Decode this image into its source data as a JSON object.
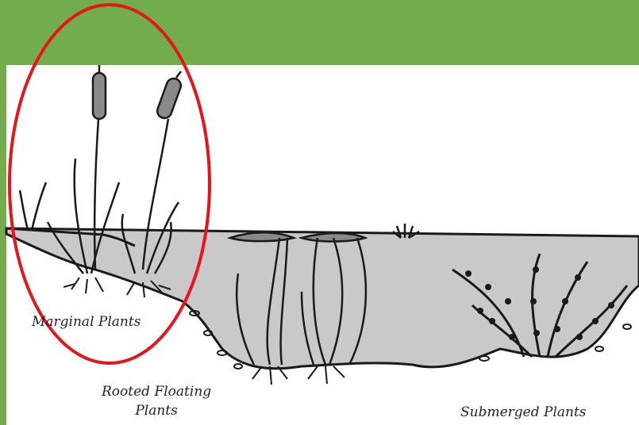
{
  "diagram": {
    "labels": {
      "marginal": "Marginal Plants",
      "rooted_line1": "Rooted Floating",
      "rooted_line2": "Plants",
      "submerged": "Submerged Plants"
    },
    "colors": {
      "header_green": "#72ac4d",
      "water_gray": "#c8c8c8",
      "highlight_red": "#e8141c",
      "ink": "#1a1a1a"
    },
    "highlight": "marginal-plants"
  }
}
